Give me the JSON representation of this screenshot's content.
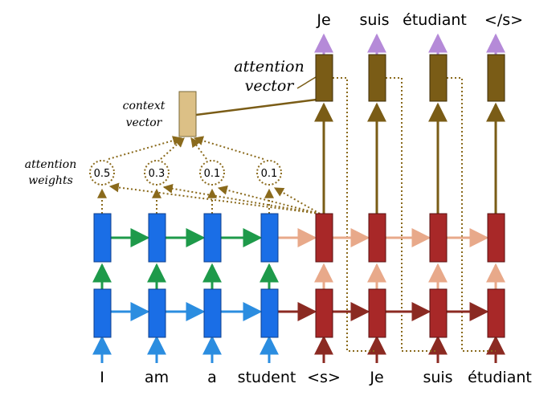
{
  "source_words": [
    "I",
    "am",
    "a",
    "student"
  ],
  "target_input_words": [
    "<s>",
    "Je",
    "suis",
    "étudiant"
  ],
  "output_words": [
    "Je",
    "suis",
    "étudiant",
    "</s>"
  ],
  "attention_weights": [
    "0.5",
    "0.3",
    "0.1",
    "0.1"
  ],
  "labels": {
    "context_vector": [
      "context",
      "vector"
    ],
    "attention_vector": [
      "attention",
      "vector"
    ],
    "attention_weights": [
      "attention",
      "weights"
    ]
  },
  "colors": {
    "encoder_cell": "#1a6ee6",
    "decoder_cell": "#a82828",
    "attention_cell": "#7a5c16",
    "context_cell": "#dcc086",
    "green_arrow": "#1e9a4a",
    "blue_arrow": "#2b8de0",
    "dark_red_arrow": "#8b2a22",
    "peach_arrow": "#e8a98a",
    "purple_arrow": "#b58ad8",
    "attention_dotted": "#8a6a1c"
  }
}
